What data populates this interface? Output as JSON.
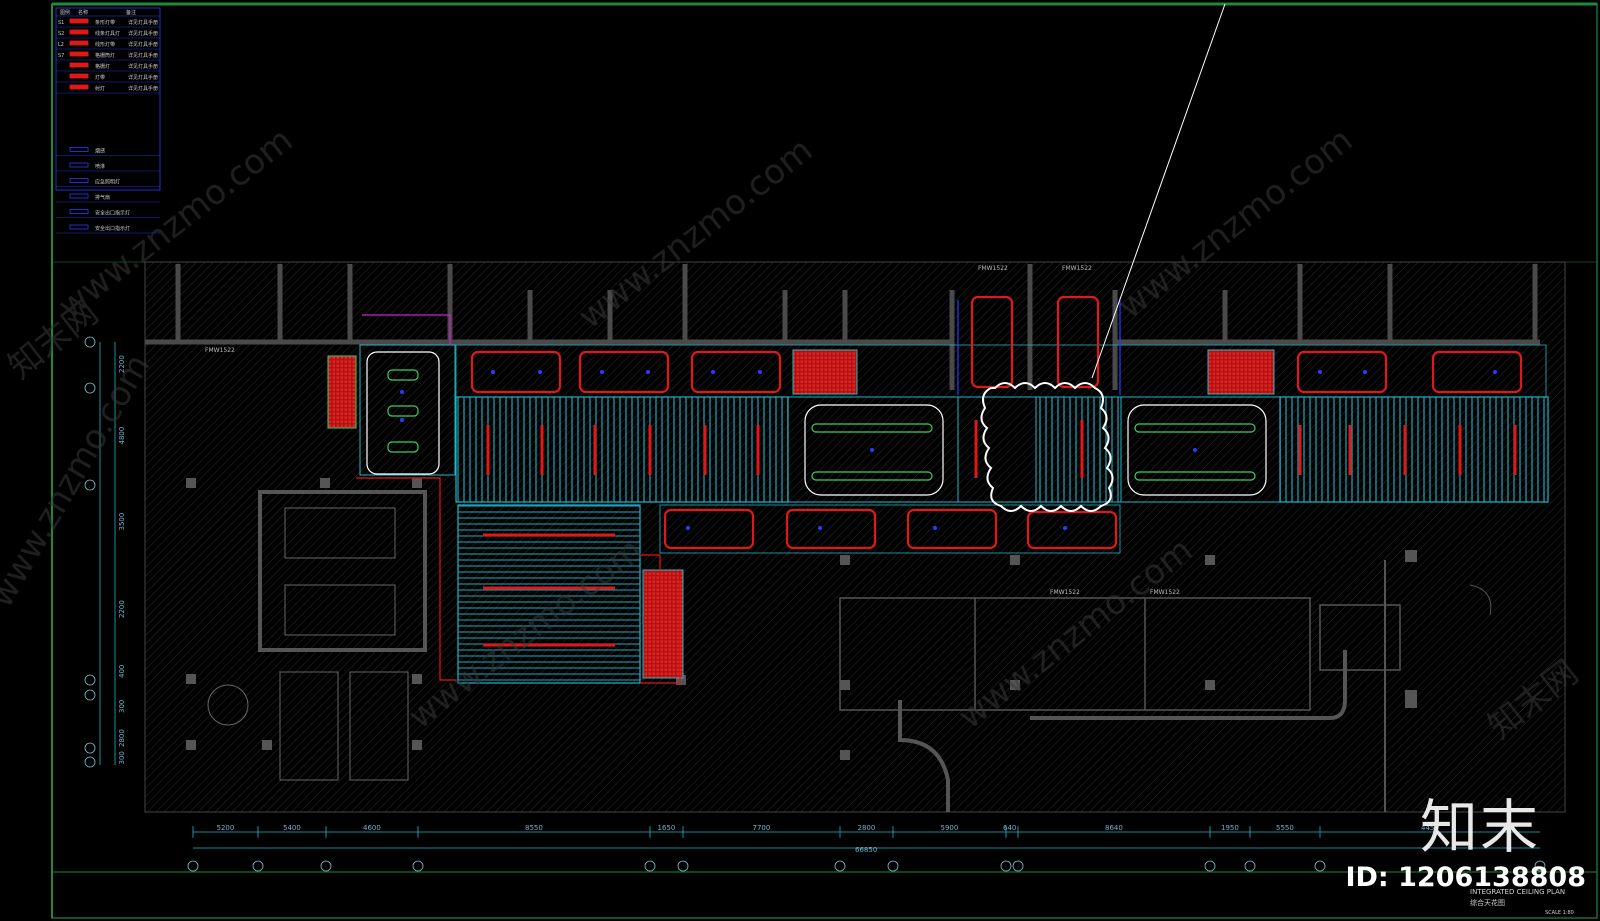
{
  "legend": {
    "header": [
      "图例",
      "名称",
      "备注"
    ],
    "items": [
      {
        "code": "S1",
        "name": "条形灯带",
        "note": "详见灯具手册"
      },
      {
        "code": "S2",
        "name": "线条灯具灯",
        "note": "详见灯具手册"
      },
      {
        "code": "L2",
        "name": "线形灯带",
        "note": "详见灯具手册"
      },
      {
        "code": "S7",
        "name": "格栅筒灯",
        "note": "详见灯具手册"
      },
      {
        "code": "",
        "name": "格栅灯",
        "note": "详见灯具手册"
      },
      {
        "code": "",
        "name": "灯带",
        "note": "详见灯具手册"
      },
      {
        "code": "",
        "name": "射灯",
        "note": "详见灯具手册"
      },
      {
        "code": "",
        "name": "烟感",
        "note": ""
      },
      {
        "code": "",
        "name": "喷淋",
        "note": ""
      },
      {
        "code": "",
        "name": "应急照明灯",
        "note": ""
      },
      {
        "code": "",
        "name": "排气扇",
        "note": ""
      },
      {
        "code": "",
        "name": "安全出口指示灯",
        "note": ""
      },
      {
        "code": "",
        "name": "安全出口指示灯",
        "note": ""
      }
    ]
  },
  "dimensions": [
    "5200",
    "5400",
    "4600",
    "8550",
    "1650",
    "7700",
    "2800",
    "5900",
    "640",
    "8640",
    "1950",
    "5550",
    "4450"
  ],
  "total_dimension": "66850",
  "left_dimensions": [
    "2200",
    "4800",
    "3500",
    "2200",
    "400",
    "300",
    "2800",
    "300"
  ],
  "room_labels": [
    "FMW1522",
    "FMW1522",
    "FMW1522",
    "FMW1522",
    "FMW1522"
  ],
  "watermark": "www.znzmo.com",
  "watermark_cn": "知末网",
  "logo": "知末",
  "id_label": "ID: 1206138808",
  "title_en": "INTEGRATED CEILING PLAN",
  "title_cn": "综合天花图",
  "scale": "SCALE 1:80",
  "colors": {
    "background": "#000000",
    "wall": "#4a4a4a",
    "cyan": "#1fb6c9",
    "red": "#e01818",
    "blue": "#2a3cff",
    "green": "#35d06a",
    "white": "#ffffff",
    "frame": "#1d8a3c"
  }
}
